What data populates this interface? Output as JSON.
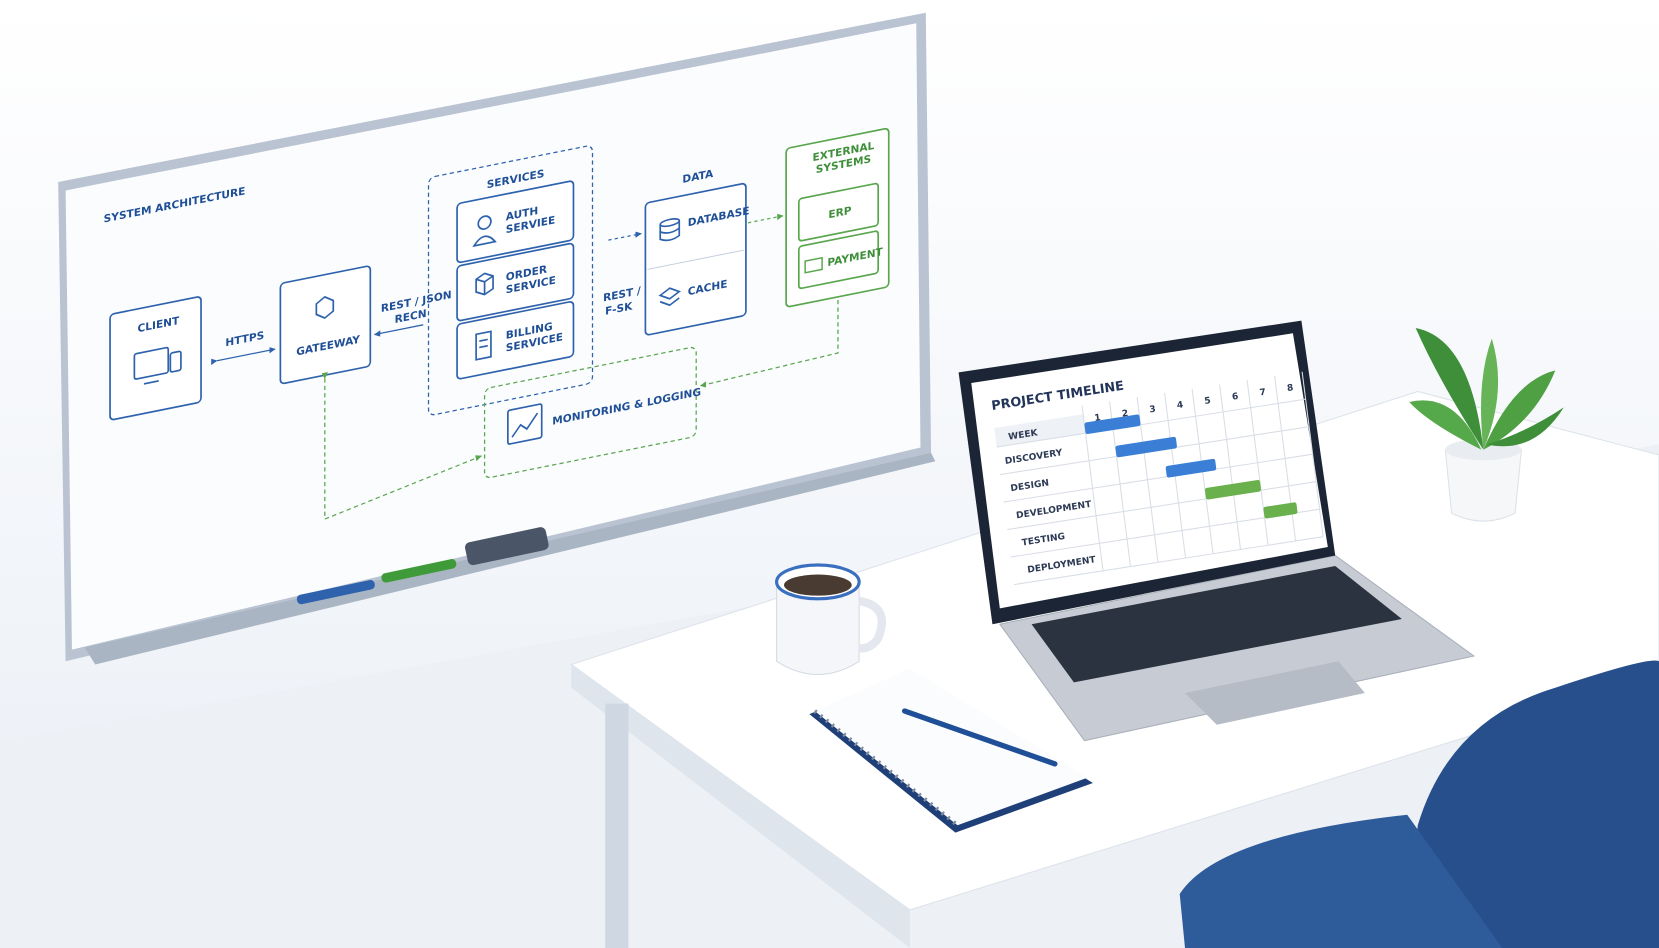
{
  "whiteboard": {
    "title": "SYSTEM ARCHITECTURE",
    "client": "CLIENT",
    "https": "HTTPS",
    "gateway": "GATEEWAY",
    "rest_json": "REST / JSON",
    "rest_json_sub": "RECN",
    "services": {
      "label": "SERVICES",
      "auth": [
        "AUTH",
        "SERVIEE"
      ],
      "order": [
        "ORDER",
        "SERVICE"
      ],
      "billing": [
        "BILLING",
        "SERVICEE"
      ]
    },
    "rest": "REST /",
    "rest_sub": "F-SK",
    "data": {
      "label": "DATA",
      "database": "DATABASE",
      "cache": "CACHE"
    },
    "external": {
      "label": [
        "EXTERNAL",
        "SYSTEMS"
      ],
      "erp": "ERP",
      "payment": "PAYMENT"
    },
    "monitoring": "MONITORING & LOGGING",
    "colors": {
      "blue": "#2e62ad",
      "green": "#5aa64e"
    }
  },
  "laptop": {
    "chart_data": {
      "type": "gantt",
      "title": "PROJECT TIMELINE",
      "header_label": "WEEK",
      "weeks": [
        "1",
        "2",
        "3",
        "4",
        "5",
        "6",
        "7",
        "8"
      ],
      "tasks": [
        {
          "name": "DISCOVERY",
          "start": 1,
          "end": 3,
          "color": "#3a7fd5"
        },
        {
          "name": "DESIGN",
          "start": 2,
          "end": 4.2,
          "color": "#3a7fd5"
        },
        {
          "name": "DEVELOPMENT",
          "start": 3.7,
          "end": 5.5,
          "color": "#3a7fd5"
        },
        {
          "name": "TESTING",
          "start": 5,
          "end": 7,
          "color": "#6ab04c"
        },
        {
          "name": "DEPLOYMENT",
          "start": 7,
          "end": 8.2,
          "color": "#6ab04c"
        }
      ]
    }
  }
}
